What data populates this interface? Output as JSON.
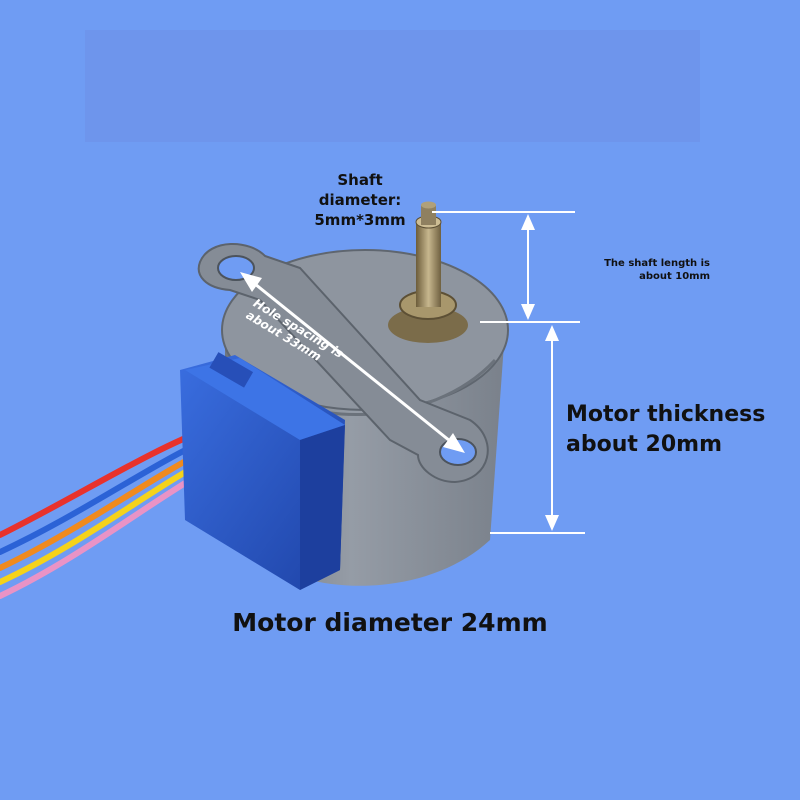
{
  "annotations": {
    "shaft_diameter": [
      "Shaft",
      "diameter:",
      "5mm*3mm"
    ],
    "shaft_length": [
      "The shaft length is",
      "about 10mm"
    ],
    "hole_spacing": [
      "Hole spacing is",
      "about 33mm"
    ],
    "motor_thickness": [
      "Motor thickness",
      "about 20mm"
    ],
    "motor_diameter": "Motor diameter 24mm"
  },
  "colors": {
    "background": "#6f9cf3",
    "motor_body": "#8a919c",
    "connector": "#2b59c4",
    "shaft": "#9a8a62",
    "wire_colors": [
      "#e8322c",
      "#f08a1e",
      "#f5d21a",
      "#e993c6",
      "#2b62d6"
    ]
  }
}
